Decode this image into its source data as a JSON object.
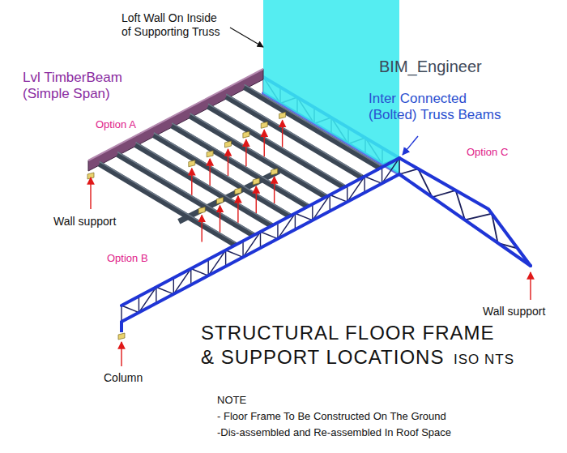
{
  "diagram": {
    "title": "STRUCTURAL FLOOR FRAME & SUPPORT LOCATIONS",
    "labels": [
      "Loft Wall On Inside of Supporting Truss",
      "Lvl TimberBeam (Simple Span)",
      "Option A",
      "BIM_Engineer",
      "Inter Connected (Bolted) Truss Beams",
      "Option C",
      "Wall support",
      "Option B",
      "Wall support",
      "Column",
      "ISO NTS",
      "NOTE",
      "- Floor Frame To Be Constructed On The Ground",
      "-Dis-assembled and Re-assembled In Roof Space"
    ]
  }
}
